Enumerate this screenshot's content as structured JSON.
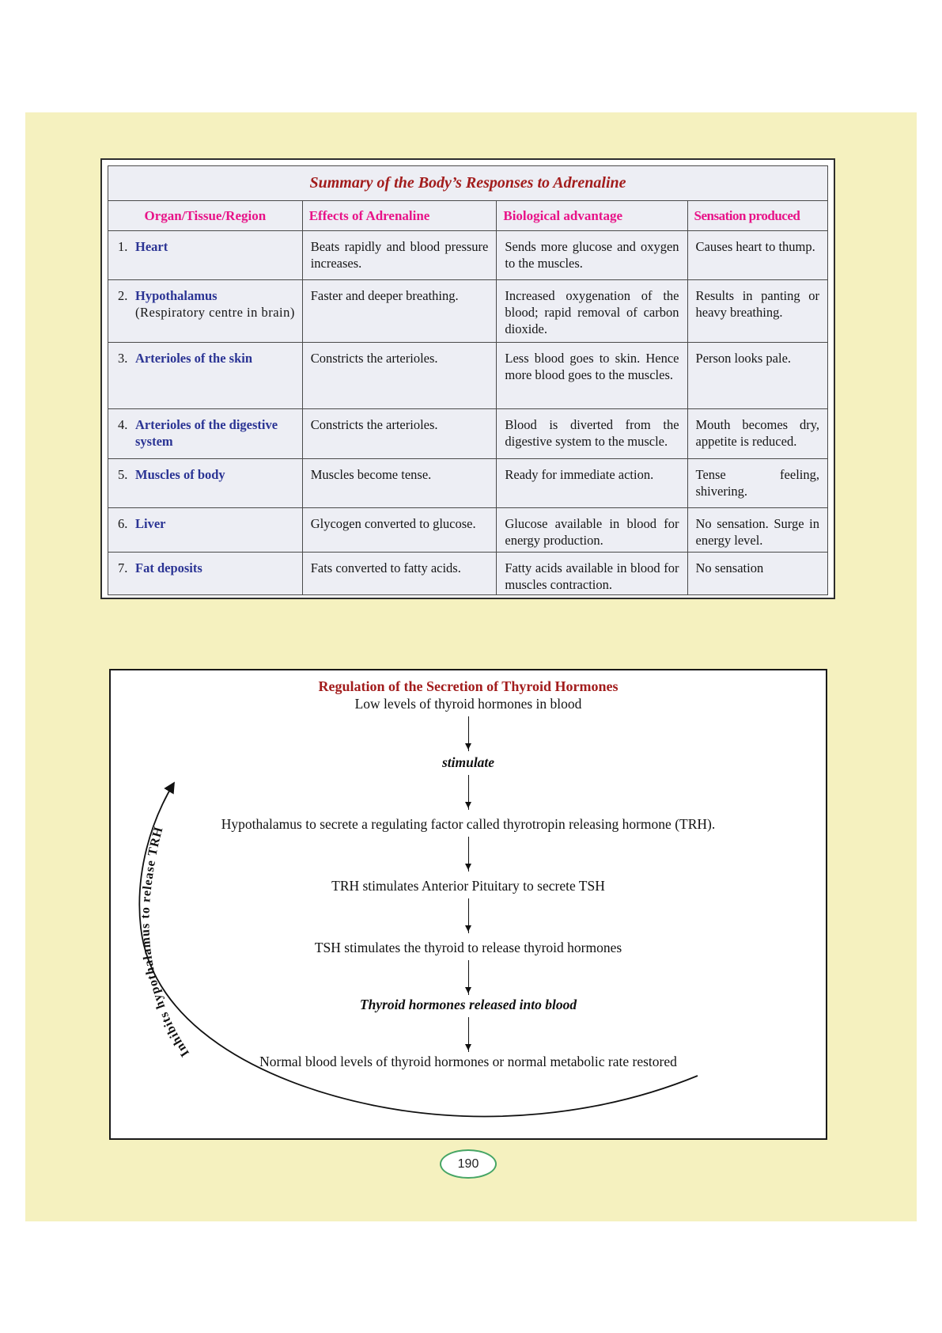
{
  "colors": {
    "page_background": "#F5F1BF",
    "table_fill": "#EDEEF4",
    "title_red": "#A21C1C",
    "header_magenta": "#E81388",
    "organ_blue": "#2B3494",
    "page_pill_green": "#46A565"
  },
  "table": {
    "title": "Summary of the Body’s Responses to Adrenaline",
    "headers": [
      "Organ/Tissue/Region",
      "Effects of Adrenaline",
      "Biological advantage",
      "Sensation produced"
    ],
    "rows": [
      {
        "num": "1.",
        "organ": "Heart",
        "note": "",
        "effect": "Beats rapidly and blood pressure increases.",
        "advantage": "Sends more glucose and oxygen to the muscles.",
        "sensation": "Causes heart to thump."
      },
      {
        "num": "2.",
        "organ": "Hypothalamus",
        "note": "(Respiratory centre in brain)",
        "effect": "Faster and deeper breathing.",
        "advantage": "Increased oxygenation of the blood; rapid removal of carbon dioxide.",
        "sensation": "Results in panting or heavy breathing."
      },
      {
        "num": "3.",
        "organ": "Arterioles of the skin",
        "note": "",
        "effect": "Constricts the arterioles.",
        "advantage": "Less blood goes to skin. Hence more blood goes to the muscles.",
        "sensation": "Person looks pale."
      },
      {
        "num": "4.",
        "organ": "Arterioles of the digestive system",
        "note": "",
        "effect": "Constricts the arterioles.",
        "advantage": "Blood is diverted from the digestive system to the muscle.",
        "sensation": "Mouth becomes dry, appetite is reduced."
      },
      {
        "num": "5.",
        "organ": "Muscles of body",
        "note": "",
        "effect": "Muscles become tense.",
        "advantage": "Ready for immediate action.",
        "sensation": "Tense feeling, shivering."
      },
      {
        "num": "6.",
        "organ": "Liver",
        "note": "",
        "effect": "Glycogen converted to glucose.",
        "advantage": "Glucose available in blood for energy production.",
        "sensation": "No sensation. Surge in energy level."
      },
      {
        "num": "7.",
        "organ": "Fat deposits",
        "note": "",
        "effect": "Fats converted to fatty acids.",
        "advantage": "Fatty acids available in blood for muscles contraction.",
        "sensation": "No sensation"
      }
    ]
  },
  "diagram": {
    "title": "Regulation of the Secretion of Thyroid Hormones",
    "steps": [
      {
        "text": "Low levels of thyroid hormones in blood"
      },
      {
        "text": "stimulate"
      },
      {
        "text": "Hypothalamus to secrete a regulating factor called thyrotropin releasing hormone (TRH)."
      },
      {
        "text": "TRH stimulates Anterior Pituitary to secrete TSH"
      },
      {
        "text": "TSH stimulates the thyroid to release thyroid hormones"
      },
      {
        "text": "Thyroid hormones released into blood"
      },
      {
        "text": "Normal blood levels of thyroid hormones or normal metabolic rate restored"
      }
    ],
    "inhibit_label": "Inhibits hypothalamus to release TRH"
  },
  "page": {
    "number": "190"
  }
}
